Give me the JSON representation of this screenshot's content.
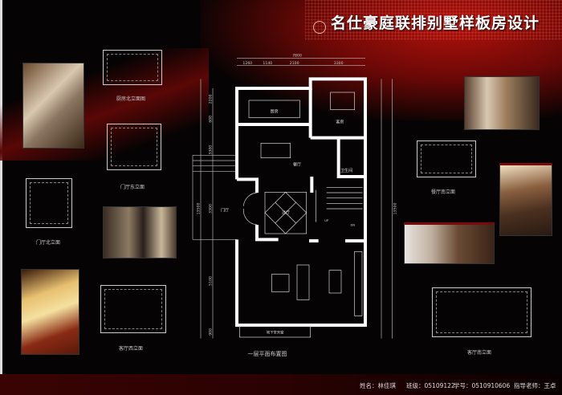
{
  "title": "名仕豪庭联排别墅样板房设计",
  "footer": {
    "name": "姓名：林佳琪",
    "class": "班级：05109122",
    "student_id": "学号：0510910606",
    "advisor": "指导老师：王卓"
  },
  "captions": {
    "kitchen_north": "厨房北立面图",
    "entry_east": "门厅东立面",
    "entry_north": "门厅北立面",
    "living_west": "客厅西立面",
    "dining_south": "餐厅南立面",
    "living_south": "客厅南立面",
    "floor_plan": "一层平面布置图"
  },
  "floor_plan": {
    "rooms": {
      "kitchen": "厨房",
      "guest_room": "客房",
      "dining": "餐厅",
      "bathroom": "卫生间",
      "foyer": "门厅",
      "hall": "过厅",
      "skylight": "地下室天窗",
      "up": "UP",
      "down": "DN"
    },
    "dimensions": {
      "total_width": "7800",
      "d1": "1260",
      "d2": "1140",
      "d3": "2100",
      "d4": "3300",
      "total_height": "13500",
      "h1": "2200",
      "h2": "600",
      "h3": "3300",
      "h4": "3300",
      "h5": "5100",
      "h6": "900"
    }
  }
}
